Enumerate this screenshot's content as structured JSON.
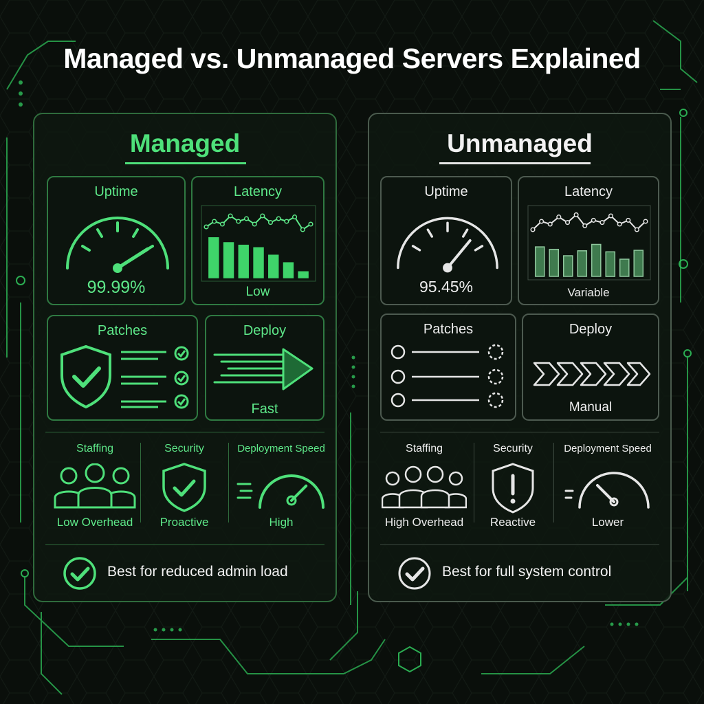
{
  "title": "Managed vs. Unmanaged Servers Explained",
  "colors": {
    "accent_green": "#4ee07a",
    "neutral": "#e6e6e6",
    "background": "#0a0f0b"
  },
  "managed": {
    "heading": "Managed",
    "uptime": {
      "title": "Uptime",
      "value": "99.99%",
      "gauge_fraction": 0.82
    },
    "latency": {
      "title": "Latency",
      "value": "Low",
      "bars": [
        8,
        7,
        6.5,
        6,
        4.5,
        3,
        1.2
      ],
      "line": [
        4,
        5,
        4.5,
        6,
        5,
        5.5,
        4.5,
        6,
        4.8,
        5.5,
        5,
        5.8,
        3.5,
        4.5
      ]
    },
    "patches": {
      "title": "Patches"
    },
    "deploy": {
      "title": "Deploy",
      "value": "Fast"
    },
    "staffing": {
      "label": "Staffing",
      "value": "Low Overhead"
    },
    "security": {
      "label": "Security",
      "value": "Proactive"
    },
    "deployment_speed": {
      "label": "Deployment Speed",
      "value": "High",
      "gauge_fraction": 0.75
    },
    "best_for": "Best for reduced admin load"
  },
  "unmanaged": {
    "heading": "Unmanaged",
    "uptime": {
      "title": "Uptime",
      "value": "95.45%",
      "gauge_fraction": 0.72
    },
    "latency": {
      "title": "Latency",
      "value": "Variable",
      "bars": [
        6,
        5.5,
        4.2,
        5.2,
        6.5,
        5,
        3.5,
        5.3
      ],
      "line": [
        3.5,
        5,
        4.5,
        5.8,
        4.8,
        6.2,
        4.2,
        5.2,
        4.8,
        6,
        4.5,
        5.2,
        3.5,
        5
      ]
    },
    "patches": {
      "title": "Patches"
    },
    "deploy": {
      "title": "Deploy",
      "value": "Manual"
    },
    "staffing": {
      "label": "Staffing",
      "value": "High Overhead"
    },
    "security": {
      "label": "Security",
      "value": "Reactive"
    },
    "deployment_speed": {
      "label": "Deployment Speed",
      "value": "Lower",
      "gauge_fraction": 0.25
    },
    "best_for": "Best for full system control"
  }
}
